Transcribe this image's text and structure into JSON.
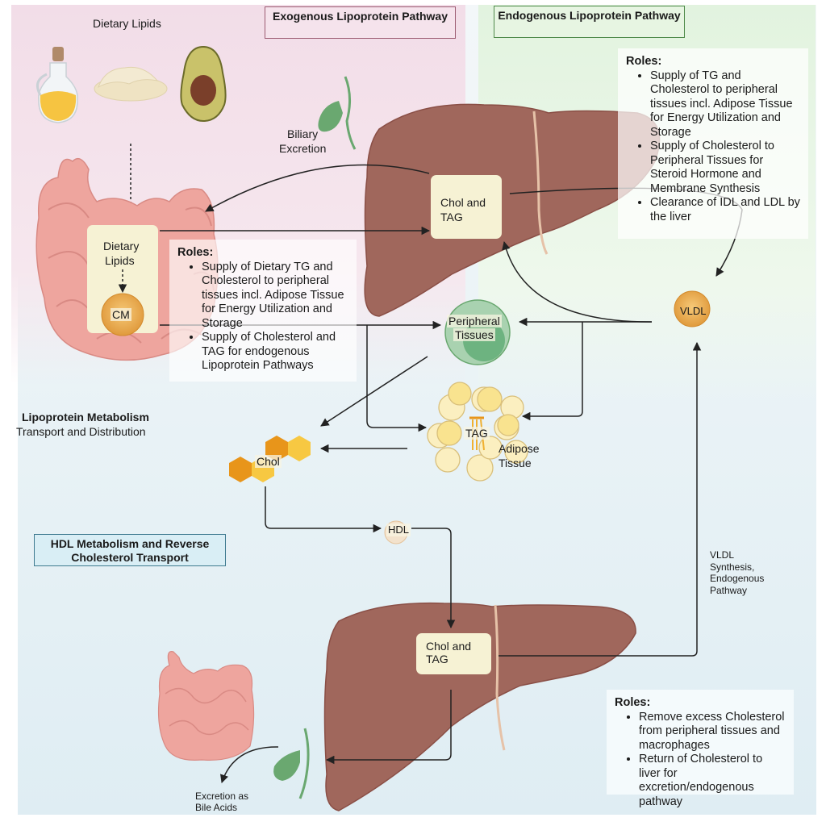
{
  "titles": {
    "exogenous": "Exogenous Lipoprotein Pathway",
    "endogenous": "Endogenous Lipoprotein Pathway",
    "hdl": "HDL Metabolism and Reverse Cholesterol Transport"
  },
  "labels": {
    "dietary_lipids_top": "Dietary Lipids",
    "biliary_excretion_1": "Biliary",
    "biliary_excretion_2": "Excretion",
    "intestine_box_1": "Dietary",
    "intestine_box_2": "Lipids",
    "cm": "CM",
    "liver_top_box_1": "Chol and",
    "liver_top_box_2": "TAG",
    "peripheral_1": "Peripheral",
    "peripheral_2": "Tissues",
    "vldl": "VLDL",
    "tag": "TAG",
    "adipose_1": "Adipose",
    "adipose_2": "Tissue",
    "chol": "Chol",
    "hdl": "HDL",
    "liver_bottom_box_1": "Chol and",
    "liver_bottom_box_2": "TAG",
    "vldl_synthesis": [
      "VLDL",
      "Synthesis,",
      "Endogenous",
      "Pathway"
    ],
    "excretion_bile_1": "Excretion as",
    "excretion_bile_2": "Bile Acids",
    "lipoprotein_metabolism_title": "Lipoprotein Metabolism",
    "lipoprotein_metabolism_sub": "Transport and Distribution"
  },
  "roles_exogenous": {
    "heading": "Roles:",
    "items": [
      "Supply of Dietary TG and Cholesterol to peripheral tissues incl. Adipose Tissue for Energy Utilization and Storage",
      "Supply of Cholesterol and TAG for endogenous Lipoprotein Pathways"
    ]
  },
  "roles_endogenous": {
    "heading": "Roles:",
    "items": [
      "Supply of TG and Cholesterol to peripheral tissues incl. Adipose Tissue for Energy Utilization and Storage",
      "Supply of Cholesterol to Peripheral Tissues for Steroid Hormone and Membrane Synthesis",
      "Clearance of IDL and LDL by the liver"
    ]
  },
  "roles_hdl": {
    "heading": "Roles:",
    "items": [
      "Remove excess Cholesterol from peripheral tissues and macrophages",
      "Return of Cholesterol to liver for excretion/endogenous pathway"
    ]
  },
  "colors": {
    "liver": "#a0675c",
    "liver_dark": "#8a4f46",
    "intestine": "#eea59e",
    "gallbladder": "#6aa870",
    "lipoprotein": "#e9a64a",
    "hexagon_dark": "#e8951a",
    "hexagon_light": "#f7c842",
    "cream_box": "#f6f2d4",
    "exo_bg": "#f2dde8",
    "endo_bg": "#e2f3df",
    "hdl_bg": "#d9eef5"
  }
}
